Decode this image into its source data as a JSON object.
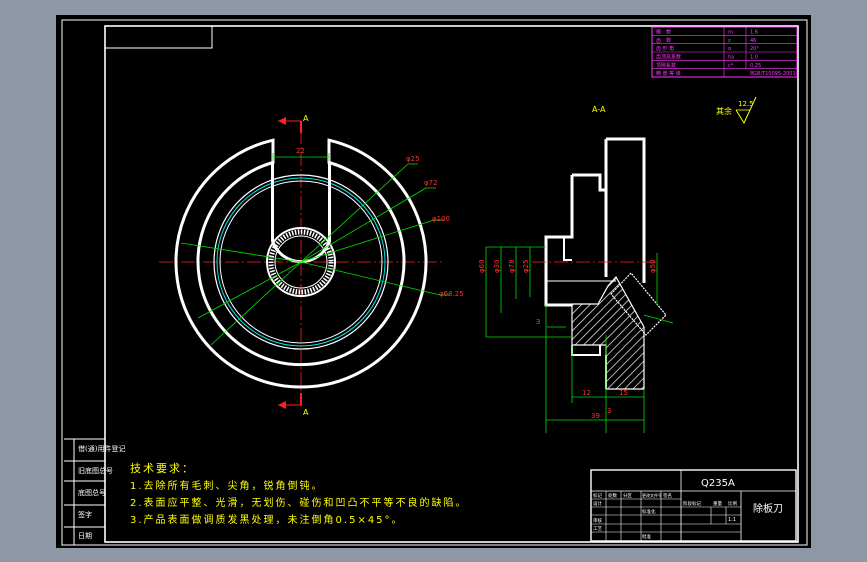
{
  "drawing": {
    "section_label": "A-A",
    "cut_label_top": "A",
    "cut_label_bottom": "A",
    "surface_note_label": "其余",
    "surface_roughness": "12.5",
    "material": "Q235A",
    "part_name": "除板刀"
  },
  "param_table": {
    "rows": [
      [
        "模　数",
        "m",
        "1.6"
      ],
      [
        "齿　数",
        "z",
        "46"
      ],
      [
        "齿 形 角",
        "α",
        "20°"
      ],
      [
        "齿顶高系数",
        "ha",
        "1.0"
      ],
      [
        "顶隙系数",
        "c*",
        "0.25"
      ],
      [
        "精 度 等 级",
        "",
        "8GB/T10095-2001"
      ]
    ]
  },
  "dimensions": {
    "d_phi25": "φ25",
    "d_phi72": "φ72",
    "d_phi100": "φ100",
    "d_phi68": "φ68.25",
    "w22": "22",
    "v_phi60": "φ60",
    "v_phi30": "φ30",
    "v_phi78": "φ78",
    "v_phi25": "φ25",
    "v_phi50": "φ50",
    "h12": "12",
    "h15": "15",
    "h3a": "3",
    "h3b": "3",
    "h39": "39"
  },
  "left_stamps": [
    "借(通)用件登记",
    "旧底图总号",
    "底图总号",
    "签字",
    "日期"
  ],
  "tech_requirements": {
    "title": "技术要求：",
    "items": [
      "1.去除所有毛刺、尖角，锐角倒钝。",
      "2.表面应平整、光滑，无划伤、碰伤和凹凸不平等不良的缺陷。",
      "3.产品表面做调质发黑处理，未注倒角0.5×45°。"
    ]
  },
  "title_block": {
    "header_cells": [
      "标记",
      "处数",
      "分区",
      "更改文件号",
      "签名",
      "年月日"
    ],
    "role_cells": [
      "设计",
      "标准化",
      "审核",
      "工艺",
      "批准"
    ],
    "stage_cells": [
      "阶段标记",
      "重量",
      "比例"
    ],
    "scale": "1:1"
  }
}
